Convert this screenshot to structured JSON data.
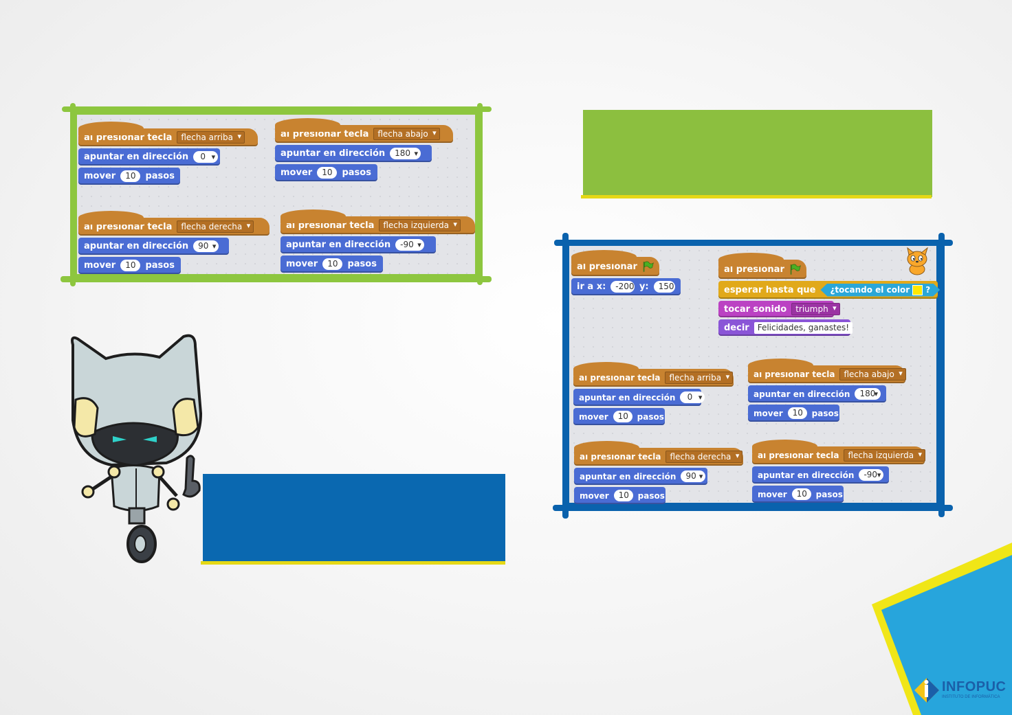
{
  "blocks": {
    "hat_label": "al presionar tecla",
    "point_label": "apuntar en dirección",
    "move_label": "mover",
    "steps_label": "pasos",
    "keys": {
      "up": "flecha arriba",
      "down": "flecha abajo",
      "right": "flecha derecha",
      "left": "flecha izquierda"
    },
    "dirs": {
      "up": "0",
      "down": "180",
      "right": "90",
      "left": "-90"
    },
    "steps": "10"
  },
  "green_flag_script": {
    "hat_label": "al presionar",
    "goto_label": "ir a x:",
    "x": "-200",
    "y_label": "y:",
    "y": "150"
  },
  "win_script": {
    "hat_label": "al presionar",
    "wait_label": "esperar hasta que",
    "touching_label": "¿tocando el color",
    "question_mark": "?",
    "sound_label": "tocar sonido",
    "sound_name": "triumph",
    "say_label": "decir",
    "say_text": "Felicidades, ganastes!"
  },
  "logo": {
    "name": "INFOPUC",
    "subtitle": "INSTITUTO DE INFORMÁTICA"
  },
  "colors": {
    "green_frame": "#8dc63f",
    "blue_frame": "#0a62ad",
    "event_block": "#c88330",
    "motion_block": "#4a6cd4",
    "control_block": "#e1a91a",
    "sound_block": "#bb42c3",
    "looks_block": "#8a55d7",
    "sensing_block": "#2aa7d8",
    "yellow_accent": "#e5d816",
    "corner_blue": "#27a5dc"
  },
  "icons": [
    "green-flag-icon",
    "scratch-cat-icon",
    "robot-mascot-illustration",
    "infopuc-logo-icon"
  ]
}
